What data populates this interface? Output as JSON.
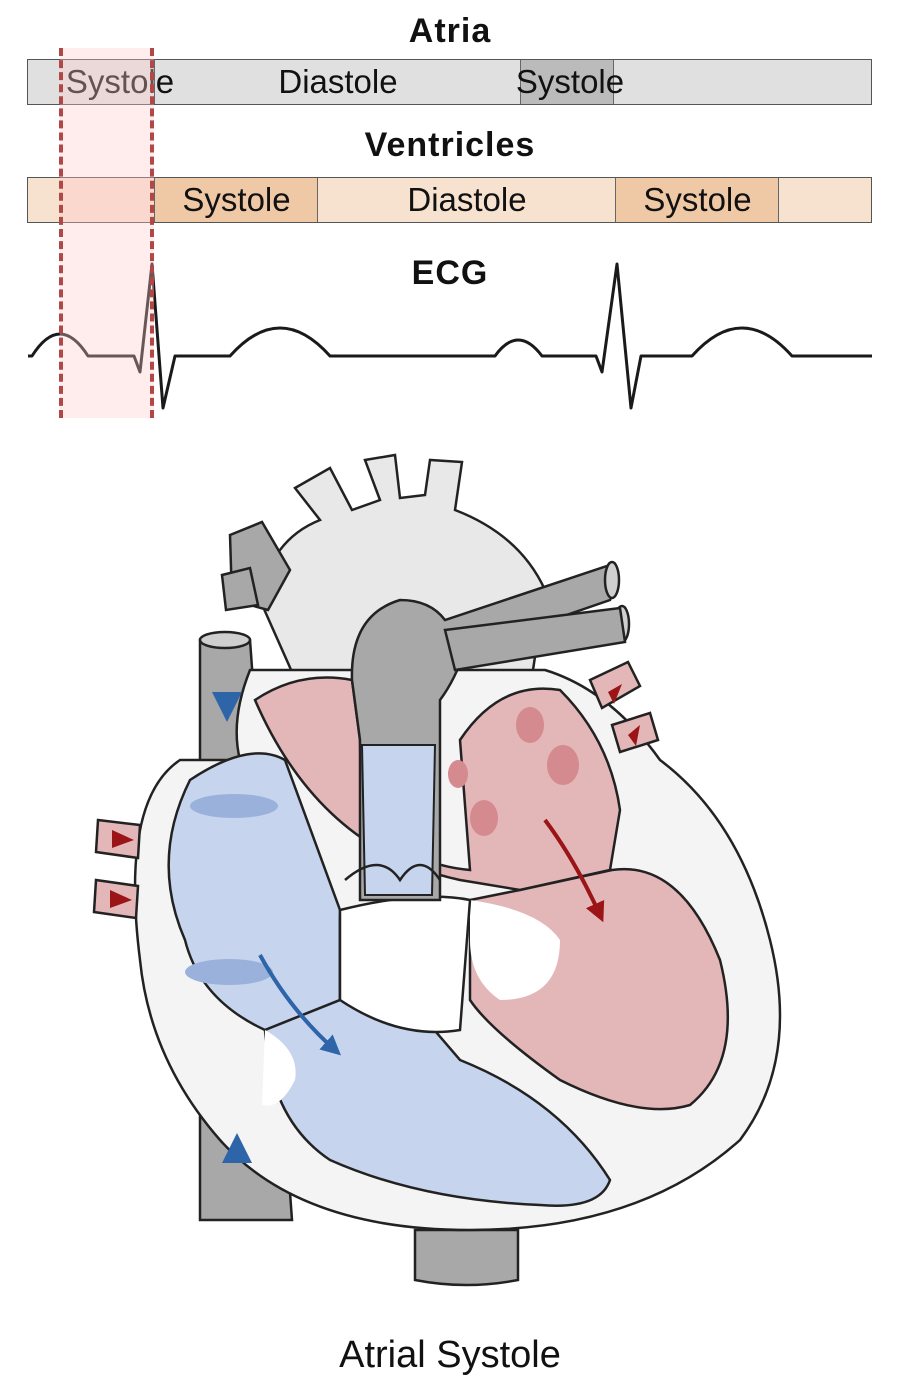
{
  "atria": {
    "heading": "Atria",
    "segments": [
      {
        "label": "Systole",
        "state": "systole"
      },
      {
        "label": "Diastole",
        "state": "diastole"
      },
      {
        "label": "Systole",
        "state": "systole"
      },
      {
        "label": "",
        "state": "diastole"
      }
    ]
  },
  "ventricles": {
    "heading": "Ventricles",
    "segments": [
      {
        "label": "",
        "state": "diastole"
      },
      {
        "label": "Systole",
        "state": "systole"
      },
      {
        "label": "Diastole",
        "state": "diastole"
      },
      {
        "label": "Systole",
        "state": "systole"
      },
      {
        "label": "",
        "state": "diastole"
      }
    ]
  },
  "ecg": {
    "heading": "ECG"
  },
  "caption": "Atrial Systole",
  "colors": {
    "atria_diastole": "#e0e0e0",
    "atria_systole": "#bbbbbb",
    "ventricle_diastole": "#f7e1cf",
    "ventricle_systole": "#efc9a6",
    "deoxygenated": "#c6d4ee",
    "oxygenated": "#e3b6b8",
    "blue_arrow": "#2e64a8",
    "red_arrow": "#9b1416",
    "highlight": "#b04848"
  }
}
